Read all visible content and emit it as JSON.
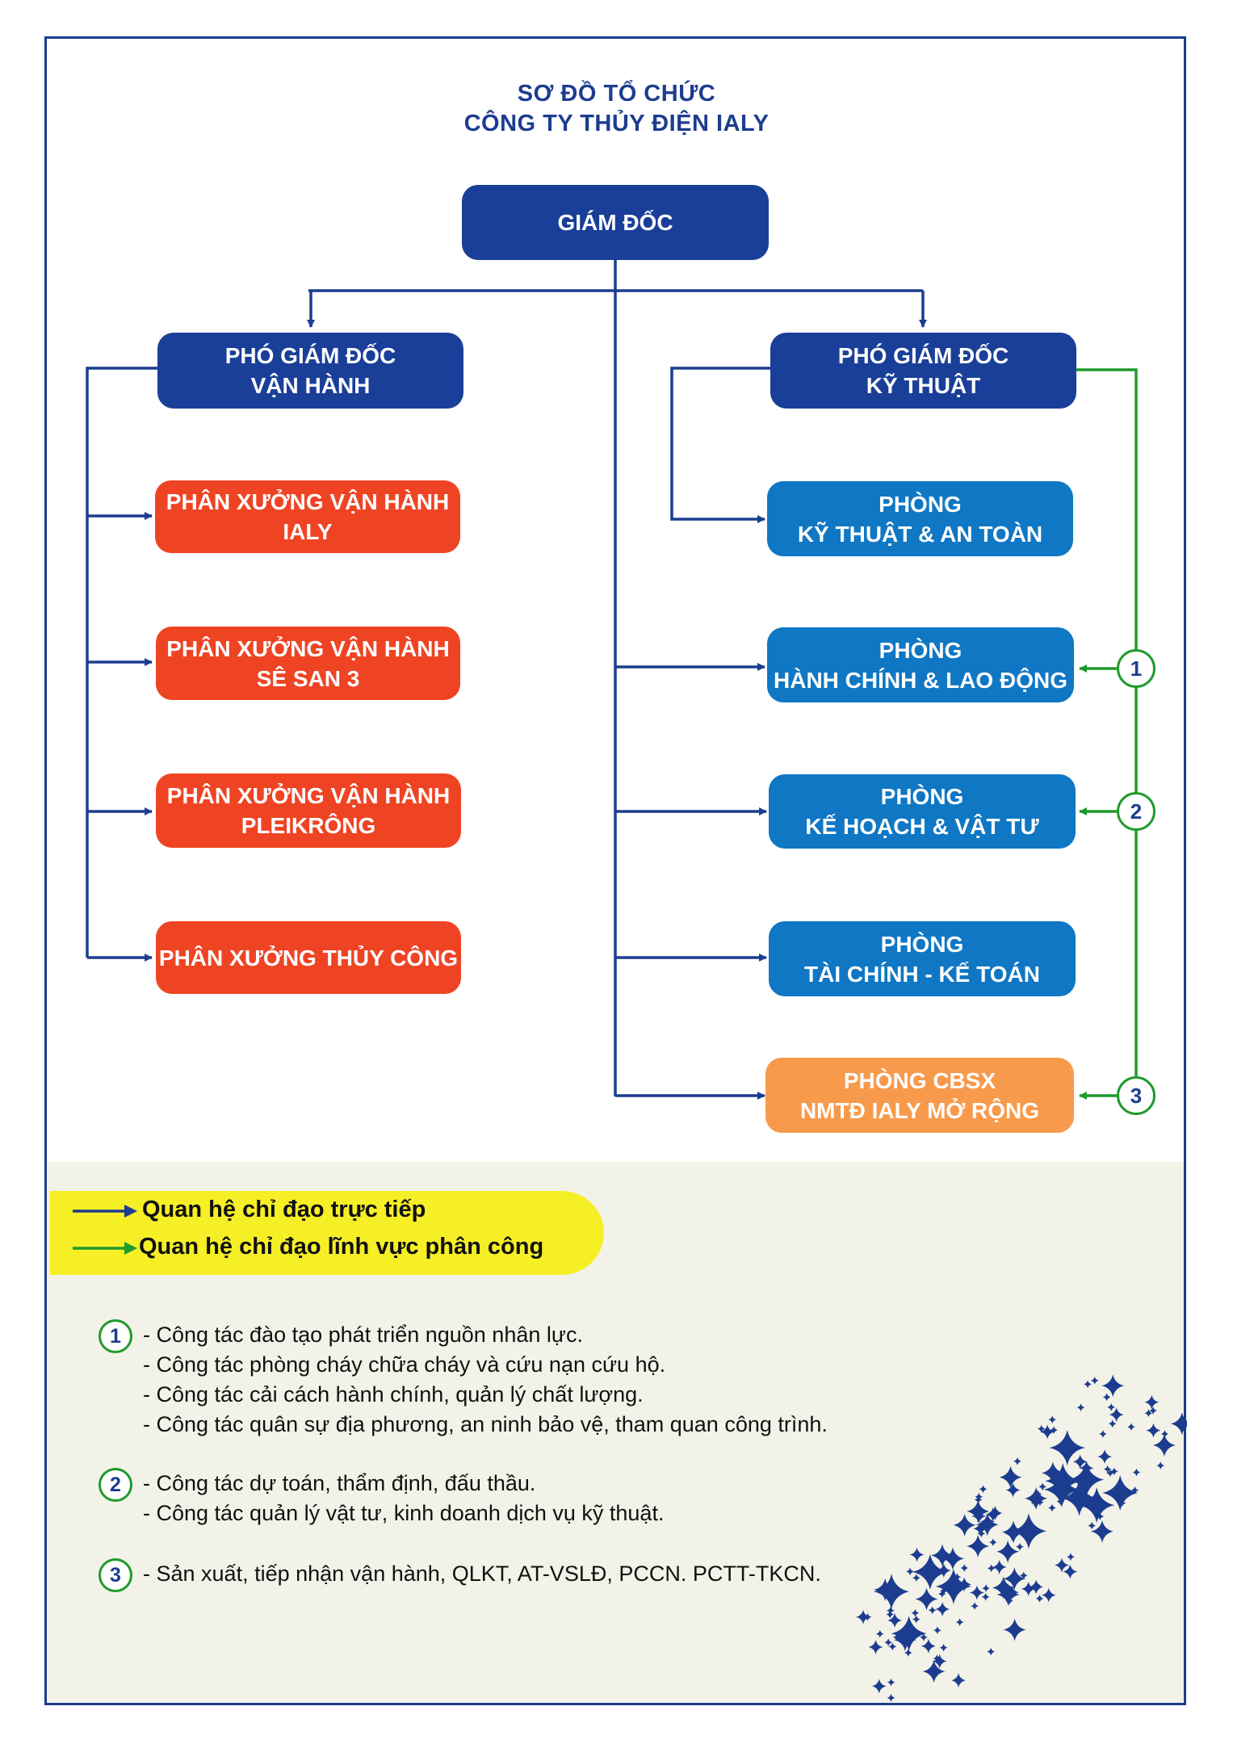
{
  "title": {
    "line1": "SƠ ĐỒ TỔ CHỨC",
    "line2": "CÔNG TY THỦY ĐIỆN IALY"
  },
  "director": "GIÁM ĐỐC",
  "deputy_ops": {
    "line1": "PHÓ GIÁM ĐỐC",
    "line2": "VẬN HÀNH"
  },
  "deputy_tech": {
    "line1": "PHÓ GIÁM ĐỐC",
    "line2": "KỸ THUẬT"
  },
  "workshops": [
    {
      "line1": "PHÂN XƯỞNG VẬN HÀNH",
      "line2": "IALY"
    },
    {
      "line1": "PHÂN XƯỞNG VẬN HÀNH",
      "line2": "SÊ SAN 3"
    },
    {
      "line1": "PHÂN XƯỞNG VẬN HÀNH",
      "line2": "PLEIKRÔNG"
    },
    {
      "line1": "PHÂN XƯỞNG THỦY CÔNG",
      "line2": ""
    }
  ],
  "departments": [
    {
      "line1": "PHÒNG",
      "line2": "KỸ THUẬT & AN TOÀN"
    },
    {
      "line1": "PHÒNG",
      "line2": "HÀNH CHÍNH & LAO ĐỘNG"
    },
    {
      "line1": "PHÒNG",
      "line2": "KẾ HOẠCH & VẬT TƯ"
    },
    {
      "line1": "PHÒNG",
      "line2": "TÀI CHÍNH - KẾ TOÁN"
    },
    {
      "line1": "PHÒNG CBSX",
      "line2": "NMTĐ IALY MỞ RỘNG"
    }
  ],
  "markers": [
    "1",
    "2",
    "3"
  ],
  "legend": {
    "direct": "Quan hệ chỉ đạo trực tiếp",
    "assigned": "Quan hệ chỉ đạo lĩnh vực phân công"
  },
  "notes": [
    {
      "number": "1",
      "lines": [
        "- Công tác đào tạo phát triển nguồn nhân lực.",
        "- Công tác phòng cháy chữa cháy và cứu nạn cứu hộ.",
        "- Công tác cải cách hành chính, quản lý chất lượng.",
        "- Công tác quân sự địa phương, an ninh bảo vệ, tham quan công trình."
      ]
    },
    {
      "number": "2",
      "lines": [
        "- Công tác dự toán, thẩm định, đấu thầu.",
        "- Công tác quản lý vật tư, kinh doanh dịch vụ kỹ thuật."
      ]
    },
    {
      "number": "3",
      "lines": [
        "- Sản xuất, tiếp nhận vận hành, QLKT, AT-VSLĐ, PCCN. PCTT-TKCN."
      ]
    }
  ],
  "colors": {
    "navy": "#1a3f98",
    "red": "#ef4424",
    "cyan": "#0f77c4",
    "orange": "#f89a4b",
    "green": "#1f9a2c",
    "legend_yellow": "#f6ef26"
  }
}
